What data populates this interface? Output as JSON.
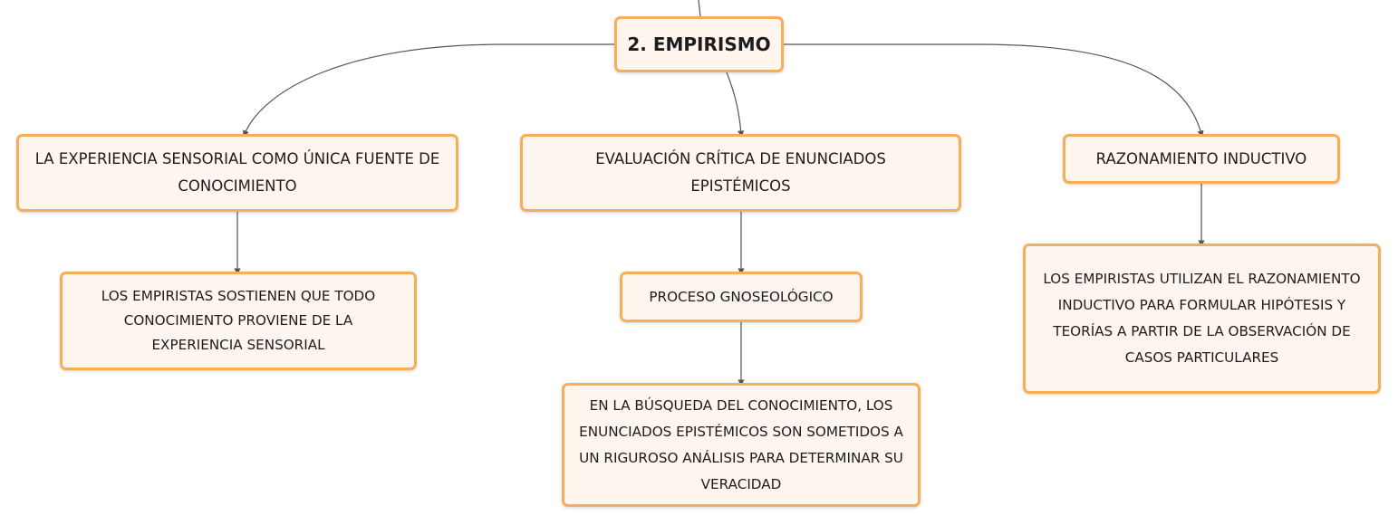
{
  "map": {
    "root": {
      "label": "2. EMPIRISMO"
    },
    "branches": [
      {
        "title": "LA EXPERIENCIA SENSORIAL COMO ÚNICA FUENTE DE CONOCIMIENTO",
        "detail": "LOS EMPIRISTAS SOSTIENEN QUE TODO CONOCIMIENTO PROVIENE DE LA EXPERIENCIA SENSORIAL"
      },
      {
        "title": "EVALUACIÓN CRÍTICA DE ENUNCIADOS EPISTÉMICOS",
        "detail": "PROCESO GNOSEOLÓGICO",
        "subdetail": "EN LA BÚSQUEDA DEL CONOCIMIENTO, LOS ENUNCIADOS EPISTÉMICOS SON SOMETIDOS A UN RIGUROSO ANÁLISIS PARA DETERMINAR SU VERACIDAD"
      },
      {
        "title": "RAZONAMIENTO INDUCTIVO",
        "detail": "LOS EMPIRISTAS UTILIZAN EL RAZONAMIENTO INDUCTIVO PARA FORMULAR HIPÓTESIS Y TEORÍAS A PARTIR DE LA OBSERVACIÓN DE CASOS PARTICULARES"
      }
    ]
  },
  "colors": {
    "node_fill": "#fef5ee",
    "node_border": "#f6ae57",
    "connector": "#555555",
    "text": "#1d1d1d"
  }
}
